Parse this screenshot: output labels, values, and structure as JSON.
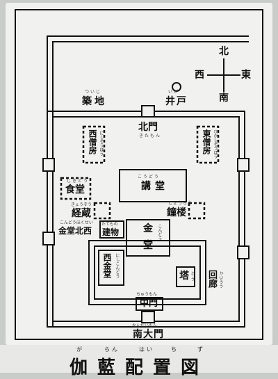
{
  "compass": {
    "north": "北",
    "south": "南",
    "east": "東",
    "west": "西"
  },
  "labels": {
    "tsuiji": "築地",
    "tsuiji_furi": "ついじ",
    "well": "井戸",
    "well_furi": "いど",
    "north_gate": "北門",
    "north_gate_furi": "きたもん",
    "west_dorm": "西僧房",
    "west_dorm_furi": "にしそうぼう",
    "east_dorm": "東僧房",
    "east_dorm_furi": "ひがしそうぼう",
    "lecture_hall": "講堂",
    "lecture_hall_furi": "こうどう",
    "refectory": "食堂",
    "refectory_furi": "じきどう",
    "sutra_store": "経蔵",
    "sutra_store_furi": "きょうぞう",
    "bell_tower": "鐘楼",
    "bell_tower_furi": "しょうろう",
    "kondo_nw": "金堂北西",
    "kondo_nw_furi": "こんどうほくせい",
    "building": "建物",
    "building_furi": "たてもの",
    "golden_hall_1": "金",
    "golden_hall_2": "堂",
    "golden_hall_furi": "こんどう",
    "west_golden_hall": "西金堂",
    "west_golden_hall_furi": "にしこんどう",
    "pagoda": "塔",
    "pagoda_furi": "とう",
    "corridor": "回廊",
    "corridor_furi": "かいろう",
    "middle_gate": "中門",
    "middle_gate_furi": "ちゅうもん",
    "south_great_gate": "南大門",
    "south_great_gate_furi": "なんだいもん"
  },
  "title": "伽藍配置図",
  "title_furi": [
    "が",
    "らん",
    "はい",
    "ち",
    "ず"
  ]
}
